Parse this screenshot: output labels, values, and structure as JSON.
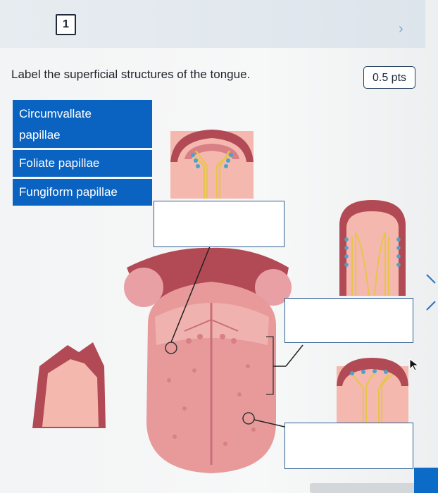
{
  "question": {
    "number": "1",
    "prompt": "Label the superficial structures of the tongue.",
    "points": "0.5 pts"
  },
  "labels": [
    {
      "line1": "Circumvallate",
      "line2": "papillae"
    },
    {
      "line1": "Foliate papillae"
    },
    {
      "line1": "Fungiform papillae"
    }
  ],
  "colors": {
    "chip_bg": "#0b63c1",
    "box_border": "#2e5d93",
    "tongue": "#e89a9a",
    "tongue_dark": "#b24a55",
    "nerve": "#e6c64a",
    "receptor": "#4aa3c8"
  }
}
